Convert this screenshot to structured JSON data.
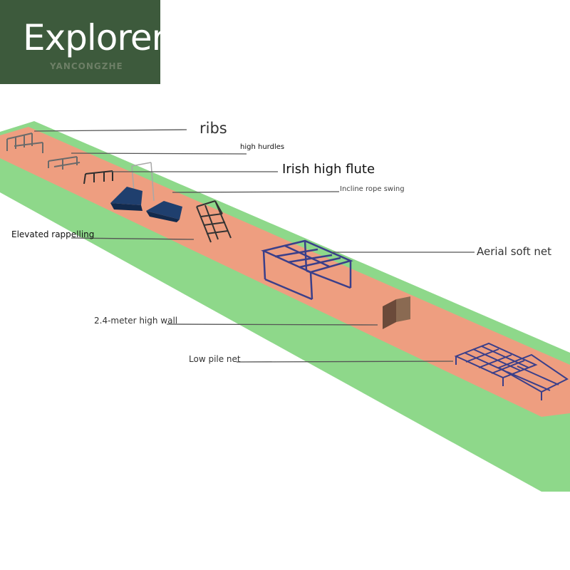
{
  "brand": {
    "title": "Explorer",
    "subtitle": "YANCONGZHE",
    "background": "#3d5a3c"
  },
  "labels": {
    "ribs": "ribs",
    "high_hurdles": "high hurdles",
    "irish_high_flute": "Irish high flute",
    "incline_rope_swing": "Incline rope swing",
    "elevated_rappelling": "Elevated rappelling",
    "aerial_soft_net": "Aerial soft net",
    "high_wall": "2.4-meter high wall",
    "low_pile_net": "Low pile net"
  },
  "colors": {
    "grass": "#8ed88a",
    "track": "#ee9e80",
    "frame": "#3a3f8a",
    "wall": "#6b4a3a",
    "ramp": "#1f3f6e",
    "leader": "#555555"
  }
}
